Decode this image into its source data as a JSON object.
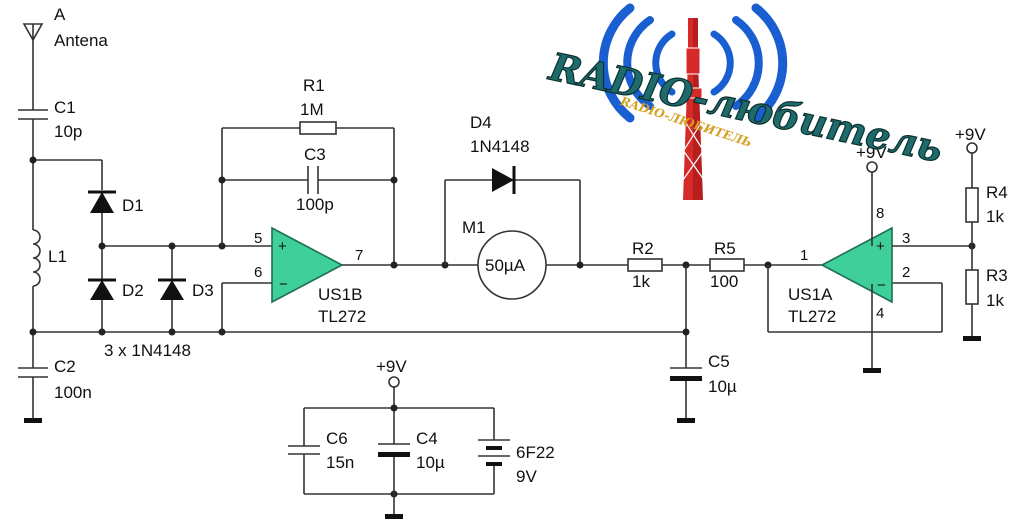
{
  "labels": {
    "antenna_letter": "A",
    "antenna_name": "Antena",
    "c1_name": "C1",
    "c1_value": "10p",
    "l1_name": "L1",
    "c2_name": "C2",
    "c2_value": "100n",
    "d1_name": "D1",
    "d2_name": "D2",
    "d3_name": "D3",
    "diode_type": "3 x 1N4148",
    "r1_name": "R1",
    "r1_value": "1M",
    "c3_name": "C3",
    "c3_value": "100p",
    "d4_name": "D4",
    "d4_type": "1N4148",
    "m1_name": "M1",
    "m1_value": "50µA",
    "usb_name": "US1B",
    "usb_type": "TL272",
    "usa_name": "US1A",
    "usa_type": "TL272",
    "pin_5": "5",
    "pin_6": "6",
    "pin_7": "7",
    "pin_1": "1",
    "pin_2": "2",
    "pin_3": "3",
    "pin_4": "4",
    "pin_8": "8",
    "r2_name": "R2",
    "r2_value": "1k",
    "r5_name": "R5",
    "r5_value": "100",
    "c5_name": "C5",
    "c5_value": "10µ",
    "r4_name": "R4",
    "r4_value": "1k",
    "r3_name": "R3",
    "r3_value": "1k",
    "vplus_opamp": "+9V",
    "vplus_divider": "+9V",
    "vplus_supply": "+9V",
    "c6_name": "C6",
    "c6_value": "15n",
    "c4_name": "C4",
    "c4_value": "10µ",
    "battery_name": "6F22",
    "battery_value": "9V",
    "plus": "+",
    "minus": "−"
  },
  "logo": {
    "main_text": "RADIO-любитель",
    "small_text": "RADIO-ЛЮБИТЕЛЬ",
    "colors": {
      "waves": "#1a5fd1",
      "tower": "#d42a2a",
      "text": "#1f6b6b"
    }
  },
  "colors": {
    "opamp_fill": "#3fcf9a"
  }
}
